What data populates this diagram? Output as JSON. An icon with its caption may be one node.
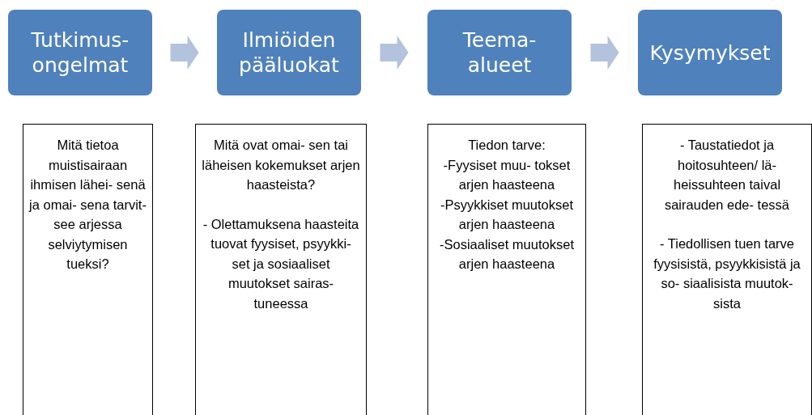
{
  "diagram": {
    "nodes": [
      {
        "text": [
          "Tutkimus- ongelmat"
        ]
      },
      {
        "text": [
          "Ilmiöiden pääluokat"
        ]
      },
      {
        "text": [
          "Teema- alueet"
        ]
      },
      {
        "text": [
          "Kysymykset"
        ]
      },
      {
        "text": [
          "Mitä tietoa muistisairaan ihmisen lähei- senä ja omai- sena tarvit- see arjessa selviytymisen tueksi?"
        ]
      },
      {
        "text": [
          "Mitä ovat omai- sen tai läheisen kokemukset arjen haasteista?",
          "- Olettamuksena haasteita tuovat fyysiset, psyykki- set ja sosiaaliset muutokset sairas- tuneessa"
        ]
      },
      {
        "text": [
          "Tiedon tarve:",
          "-Fyysiset muu- tokset arjen haasteena",
          "-Psyykkiset muutokset arjen haasteena",
          "-Sosiaaliset muutokset arjen haasteena"
        ]
      },
      {
        "text": [
          "- Taustatiedot ja hoitosuhteen/ lä- heissuhteen taival sairauden ede- tessä",
          "- Tiedollisen tuen tarve fyysisistä, psyykkisistä ja so- siaalisista muutok- sista"
        ]
      }
    ],
    "edges": [
      {
        "from": 0,
        "to": 1,
        "arrow": "to"
      },
      {
        "from": 1,
        "to": 2,
        "arrow": "to"
      },
      {
        "from": 2,
        "to": 3,
        "arrow": "to"
      }
    ]
  }
}
